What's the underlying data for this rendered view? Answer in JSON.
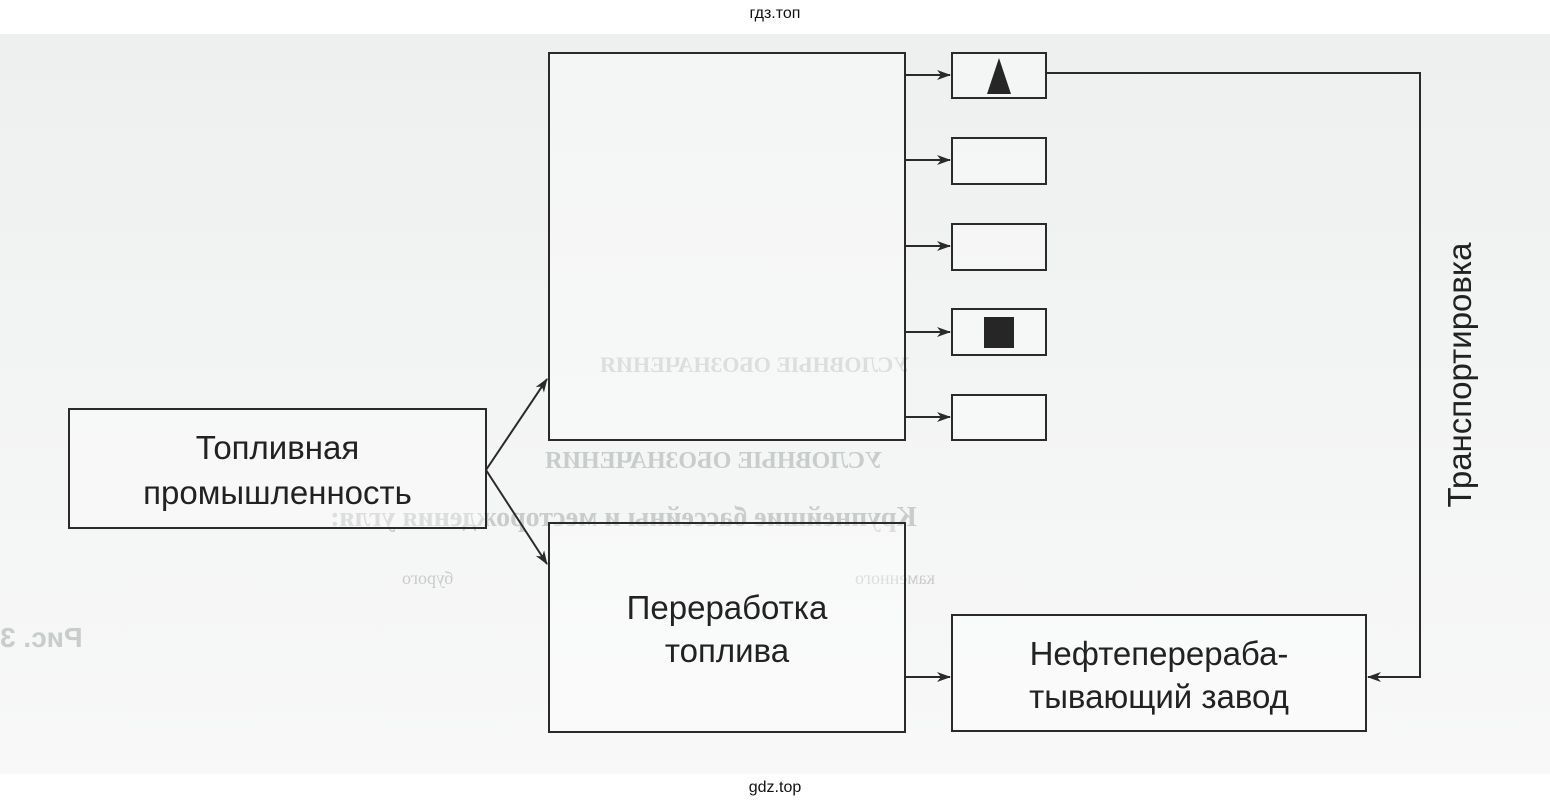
{
  "watermark_top": "гдз.топ",
  "watermark_bottom": "gdz.top",
  "background_text": {
    "legend_title": "УСЛОВНЫЕ ОБОЗНАЧЕНИЯ",
    "legend_subtitle": "Крупнейшие бассейны и месторождения угля:",
    "coal_hard": "каменного",
    "coal_brown": "бурого",
    "figure": "Рис. 3"
  },
  "diagram": {
    "fuel_industry": [
      "Топливная",
      "промышленность"
    ],
    "fuel_processing": [
      "Переработка",
      "топлива"
    ],
    "refinery": [
      "Нефтеперераба-",
      "тывающий завод"
    ],
    "transport": "Транспортировка",
    "slots": [
      {
        "symbol": "triangle"
      },
      {
        "symbol": "empty"
      },
      {
        "symbol": "empty"
      },
      {
        "symbol": "square"
      },
      {
        "symbol": "empty"
      }
    ],
    "line_color": "#2a2a2a"
  }
}
